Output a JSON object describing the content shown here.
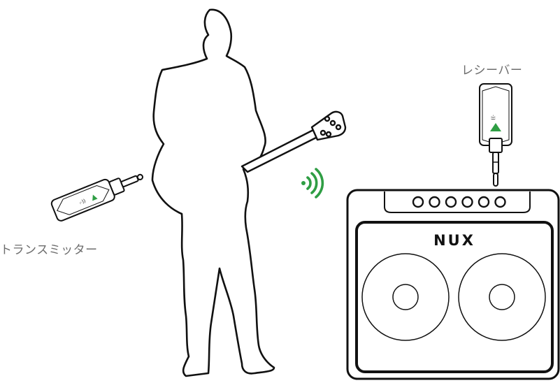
{
  "labels": {
    "transmitter": "トランスミッター",
    "receiver": "レシーバー"
  },
  "amp": {
    "brand": "NUX",
    "knob_count": 6
  },
  "icons": {
    "signal": "wireless-signal-icon"
  },
  "colors": {
    "accent_green": "#2f9e44",
    "outline": "#111111",
    "label_text": "#6d6d6d"
  }
}
